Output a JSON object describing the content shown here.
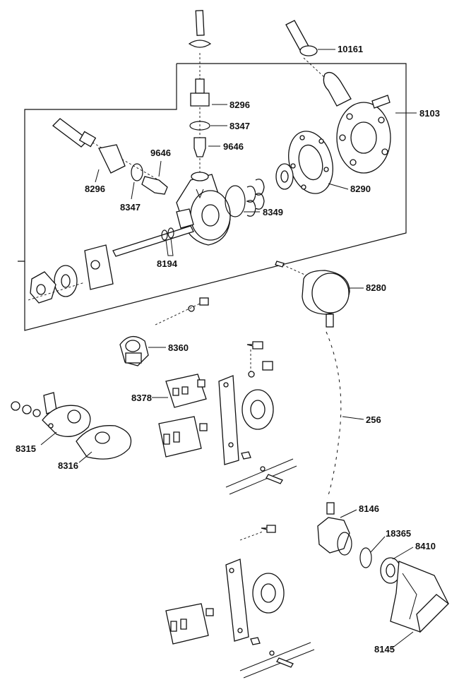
{
  "labels": {
    "p10161": "10161",
    "p8296a": "8296",
    "p8347a": "8347",
    "p9646a": "9646",
    "p8103": "8103",
    "p9646b": "9646",
    "p8296b": "8296",
    "p8347b": "8347",
    "p8290": "8290",
    "p8349": "8349",
    "p8194": "8194",
    "p8280": "8280",
    "p8360": "8360",
    "p8378": "8378",
    "p256": "256",
    "p8315": "8315",
    "p8316": "8316",
    "p8146": "8146",
    "p18365": "18365",
    "p8410": "8410",
    "p8145": "8145"
  },
  "colors": {
    "ink": "#111111",
    "paper": "#ffffff"
  }
}
